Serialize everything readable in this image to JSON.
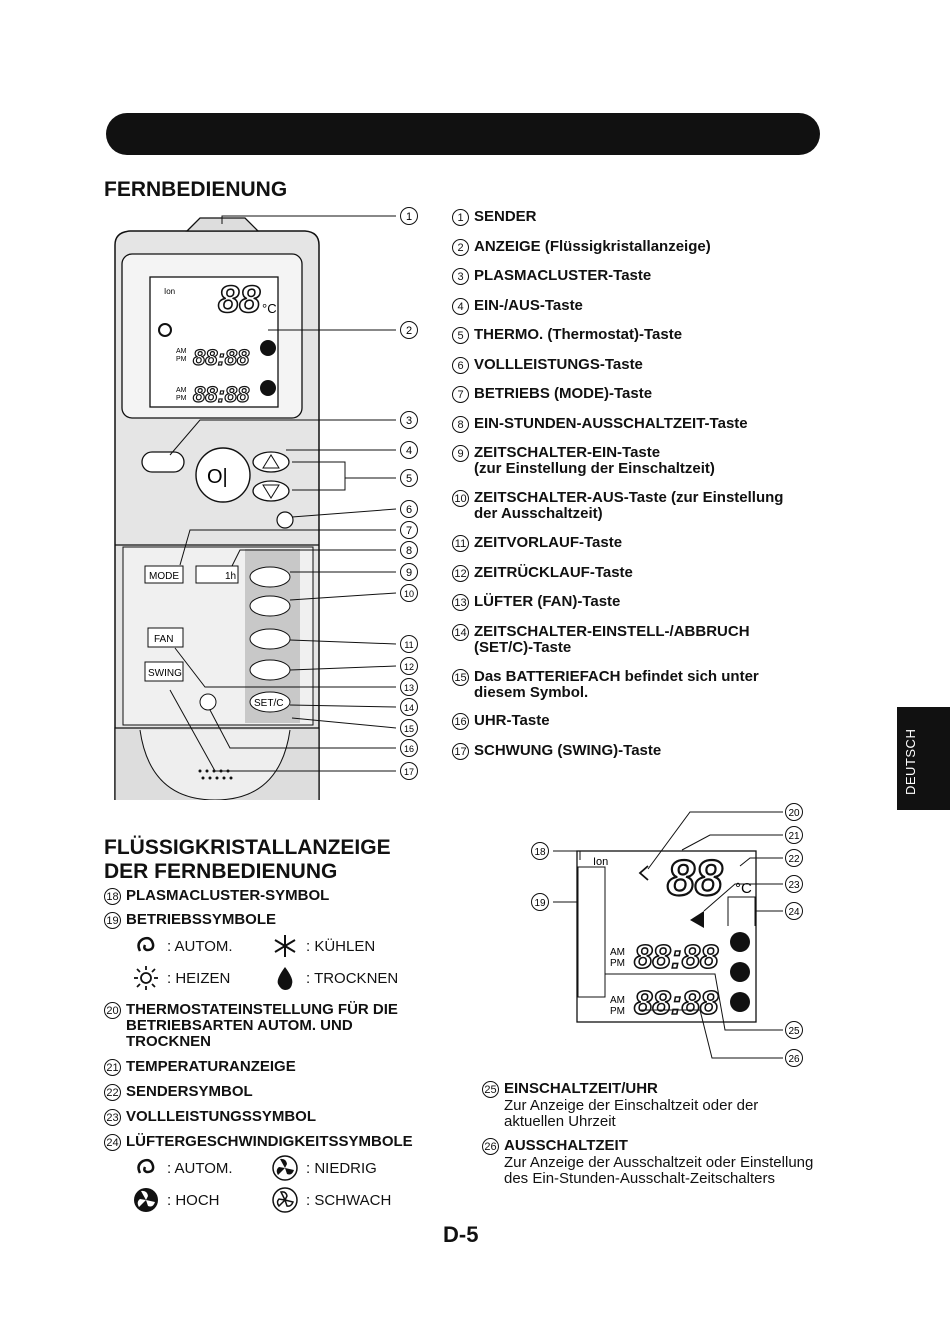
{
  "page": {
    "section_title": "FERNBEDIENUNG",
    "lcd_section_title_line1": "FLÜSSIGKRISTALLANZEIGE",
    "lcd_section_title_line2": "DER FERNBEDIENUNG",
    "side_tab": "DEUTSCH",
    "page_number": "D-5"
  },
  "remote_items": [
    {
      "num": "1",
      "text": "SENDER"
    },
    {
      "num": "2",
      "text": "ANZEIGE (Flüssigkristallanzeige)"
    },
    {
      "num": "3",
      "text": "PLASMACLUSTER-Taste"
    },
    {
      "num": "4",
      "text": "EIN-/AUS-Taste"
    },
    {
      "num": "5",
      "text": "THERMO. (Thermostat)-Taste"
    },
    {
      "num": "6",
      "text": "VOLLLEISTUNGS-Taste"
    },
    {
      "num": "7",
      "text": "BETRIEBS (MODE)-Taste"
    },
    {
      "num": "8",
      "text": "EIN-STUNDEN-AUSSCHALTZEIT-Taste"
    },
    {
      "num": "9",
      "text": "ZEITSCHALTER-EIN-Taste",
      "text2": "(zur Einstellung der Einschaltzeit)"
    },
    {
      "num": "10",
      "text": "ZEITSCHALTER-AUS-Taste (zur Einstellung",
      "text2": "der Ausschaltzeit)"
    },
    {
      "num": "11",
      "text": " ZEITVORLAUF-Taste"
    },
    {
      "num": "12",
      "text": " ZEITRÜCKLAUF-Taste"
    },
    {
      "num": "13",
      "text": "LÜFTER (FAN)-Taste"
    },
    {
      "num": "14",
      "text": "ZEITSCHALTER-EINSTELL-/ABBRUCH",
      "text2": "(SET/C)-Taste"
    },
    {
      "num": "15",
      "text": "Das BATTERIEFACH befindet sich unter",
      "text2": "diesem Symbol."
    },
    {
      "num": "16",
      "text": "UHR-Taste"
    },
    {
      "num": "17",
      "text": "SCHWUNG (SWING)-Taste"
    }
  ],
  "lcd_items": {
    "item18": {
      "num": "18",
      "text": "PLASMACLUSTER-SYMBOL"
    },
    "item19": {
      "num": "19",
      "text": "BETRIEBSSYMBOLE"
    },
    "mode_symbols": {
      "auto": ": AUTOM.",
      "cool": ": KÜHLEN",
      "heat": ": HEIZEN",
      "dry": ": TROCKNEN"
    },
    "item20": {
      "num": "20",
      "text": "THERMOSTATEINSTELLUNG FÜR DIE",
      "text2": "BETRIEBSARTEN AUTOM. UND",
      "text3": "TROCKNEN"
    },
    "item21": {
      "num": "21",
      "text": "TEMPERATURANZEIGE"
    },
    "item22": {
      "num": "22",
      "text": "SENDERSYMBOL"
    },
    "item23": {
      "num": "23",
      "text": "VOLLLEISTUNGSSYMBOL"
    },
    "item24": {
      "num": "24",
      "text": "LÜFTERGESCHWINDIGKEITSSYMBOLE"
    },
    "fan_symbols": {
      "auto": ": AUTOM.",
      "low": ": NIEDRIG",
      "high": ": HOCH",
      "soft": ": SCHWACH"
    },
    "item25": {
      "num": "25",
      "text": "EINSCHALTZEIT/UHR",
      "text2": "Zur Anzeige der Einschaltzeit oder der",
      "text3": "aktuellen Uhrzeit"
    },
    "item26": {
      "num": "26",
      "text": "AUSSCHALTZEIT",
      "text2": "Zur Anzeige der Ausschaltzeit oder Einstellung",
      "text3": "des Ein-Stunden-Ausschalt-Zeitschalters"
    }
  },
  "remote_labels": {
    "mode": "MODE",
    "fan": "FAN",
    "swing": "SWING",
    "setc": "SET/C",
    "ion": "Ion",
    "am": "AM",
    "pm": "PM",
    "deg": "°C",
    "seg2": "88",
    "time": "88:88",
    "onehr": "1h"
  },
  "callouts": [
    "1",
    "2",
    "3",
    "4",
    "5",
    "6",
    "7",
    "8",
    "9",
    "10",
    "11",
    "12",
    "13",
    "14",
    "15",
    "16",
    "17"
  ],
  "lcd_callouts": [
    "18",
    "19",
    "20",
    "21",
    "22",
    "23",
    "24",
    "25",
    "26"
  ]
}
